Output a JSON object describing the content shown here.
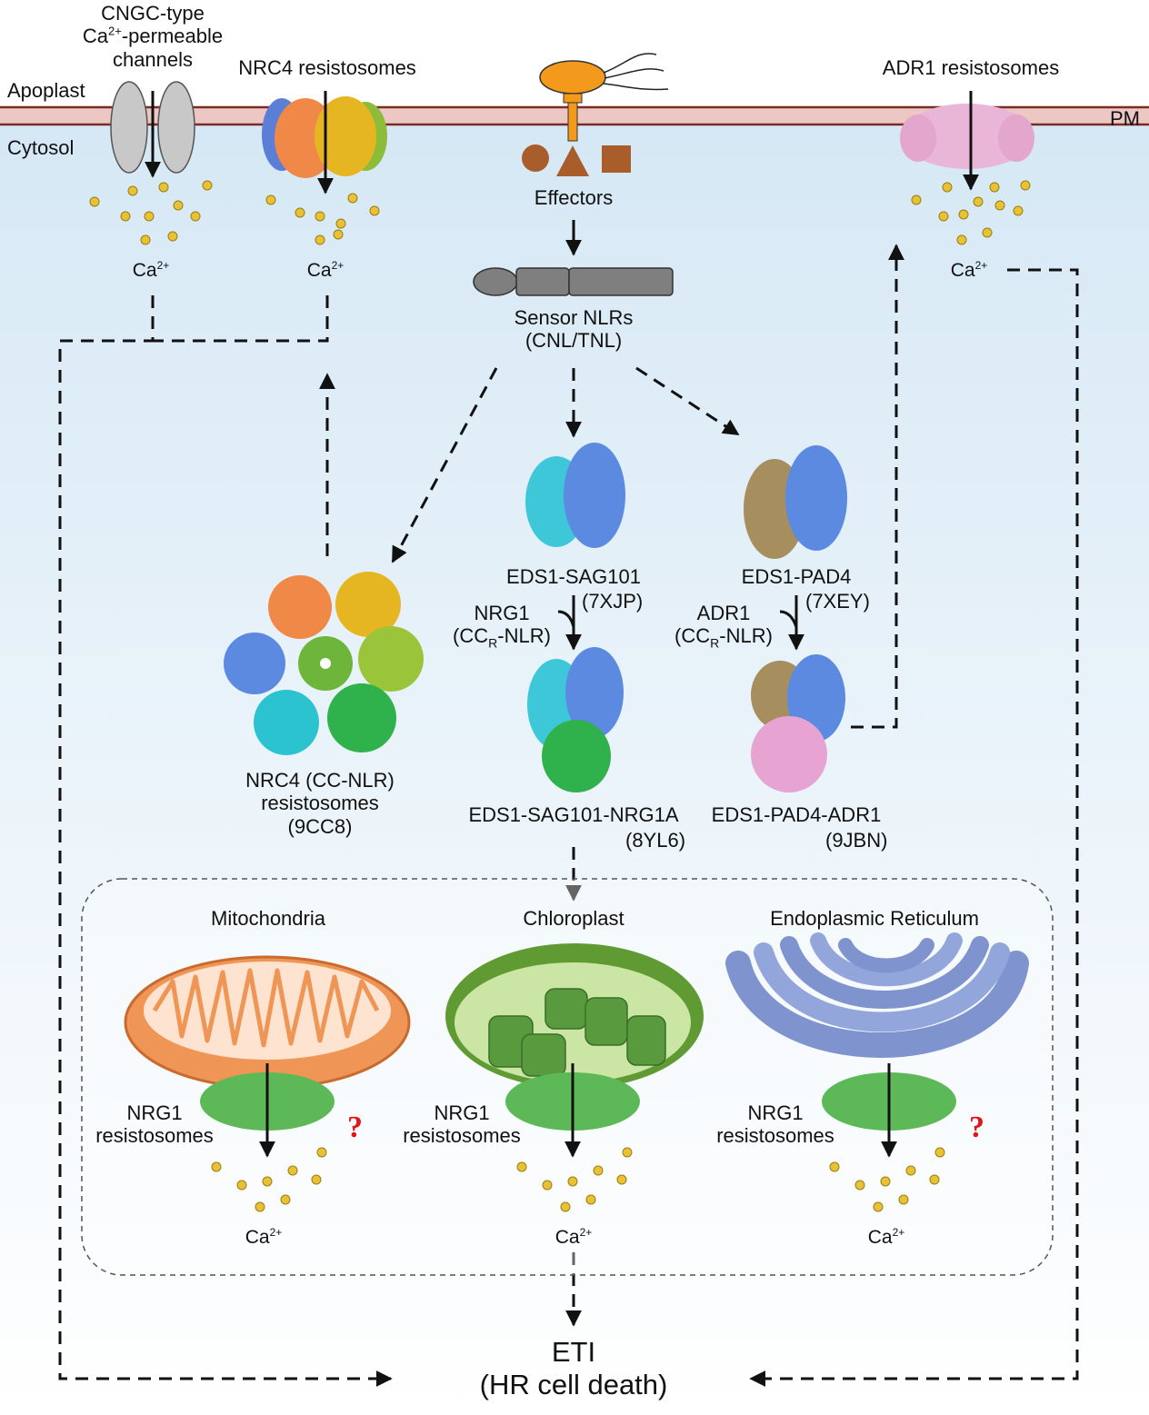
{
  "membrane": {
    "apoplast": "Apoplast",
    "cytosol": "Cytosol",
    "pm": "PM"
  },
  "top": {
    "cngc": {
      "line1": "CNGC-type",
      "line2_pre": "Ca",
      "line2_sup": "2+",
      "line2_post": "-permeable",
      "line3": "channels"
    },
    "nrc4_title": "NRC4 resistosomes",
    "adr1_title": "ADR1 resistosomes",
    "effectors": "Effectors"
  },
  "calcium": {
    "base": "Ca",
    "sup": "2+"
  },
  "sensor": {
    "line1": "Sensor NLRs",
    "line2": "(CNL/TNL)"
  },
  "complexes": {
    "nrc4_cc": {
      "line1": "NRC4 (CC-NLR)",
      "line2": "resistosomes",
      "line3": "(9CC8)"
    },
    "eds1_sag101": {
      "name": "EDS1-SAG101",
      "code": "(7XJP)"
    },
    "eds1_pad4": {
      "name": "EDS1-PAD4",
      "code": "(7XEY)"
    },
    "nrg1_input": {
      "name": "NRG1",
      "pre": "(CC",
      "sub": "R",
      "post": "-NLR)"
    },
    "adr1_input": {
      "name": "ADR1",
      "pre": "(CC",
      "sub": "R",
      "post": "-NLR)"
    },
    "eds1_sag101_nrg1a": {
      "name": "EDS1-SAG101-NRG1A",
      "code": "(8YL6)"
    },
    "eds1_pad4_adr1": {
      "name": "EDS1-PAD4-ADR1",
      "code": "(9JBN)"
    }
  },
  "organelles": {
    "mitochondria": {
      "title": "Mitochondria",
      "resist_line1": "NRG1",
      "resist_line2": "resistosomes",
      "question": "?"
    },
    "chloroplast": {
      "title": "Chloroplast",
      "resist_line1": "NRG1",
      "resist_line2": "resistosomes"
    },
    "er": {
      "title": "Endoplasmic Reticulum",
      "resist_line1": "NRG1",
      "resist_line2": "resistosomes",
      "question": "?"
    }
  },
  "outcome": {
    "line1": "ETI",
    "line2": "(HR cell death)"
  },
  "colors": {
    "membrane": "#e8bcbc",
    "membrane_edge": "#7a2c24",
    "cytosol_top": "#dcebf6",
    "effector_brown": "#a85d2a",
    "pathogen_orange": "#f39a1c",
    "calcium_ion": "#e8c234",
    "nrg1_green": "#5db957",
    "adr1_pink": "#eab6d8",
    "mitochondria": "#ef9555",
    "chloroplast": "#8cc35a",
    "er_blue": "#8a9ed6",
    "question": "#e0161b"
  }
}
